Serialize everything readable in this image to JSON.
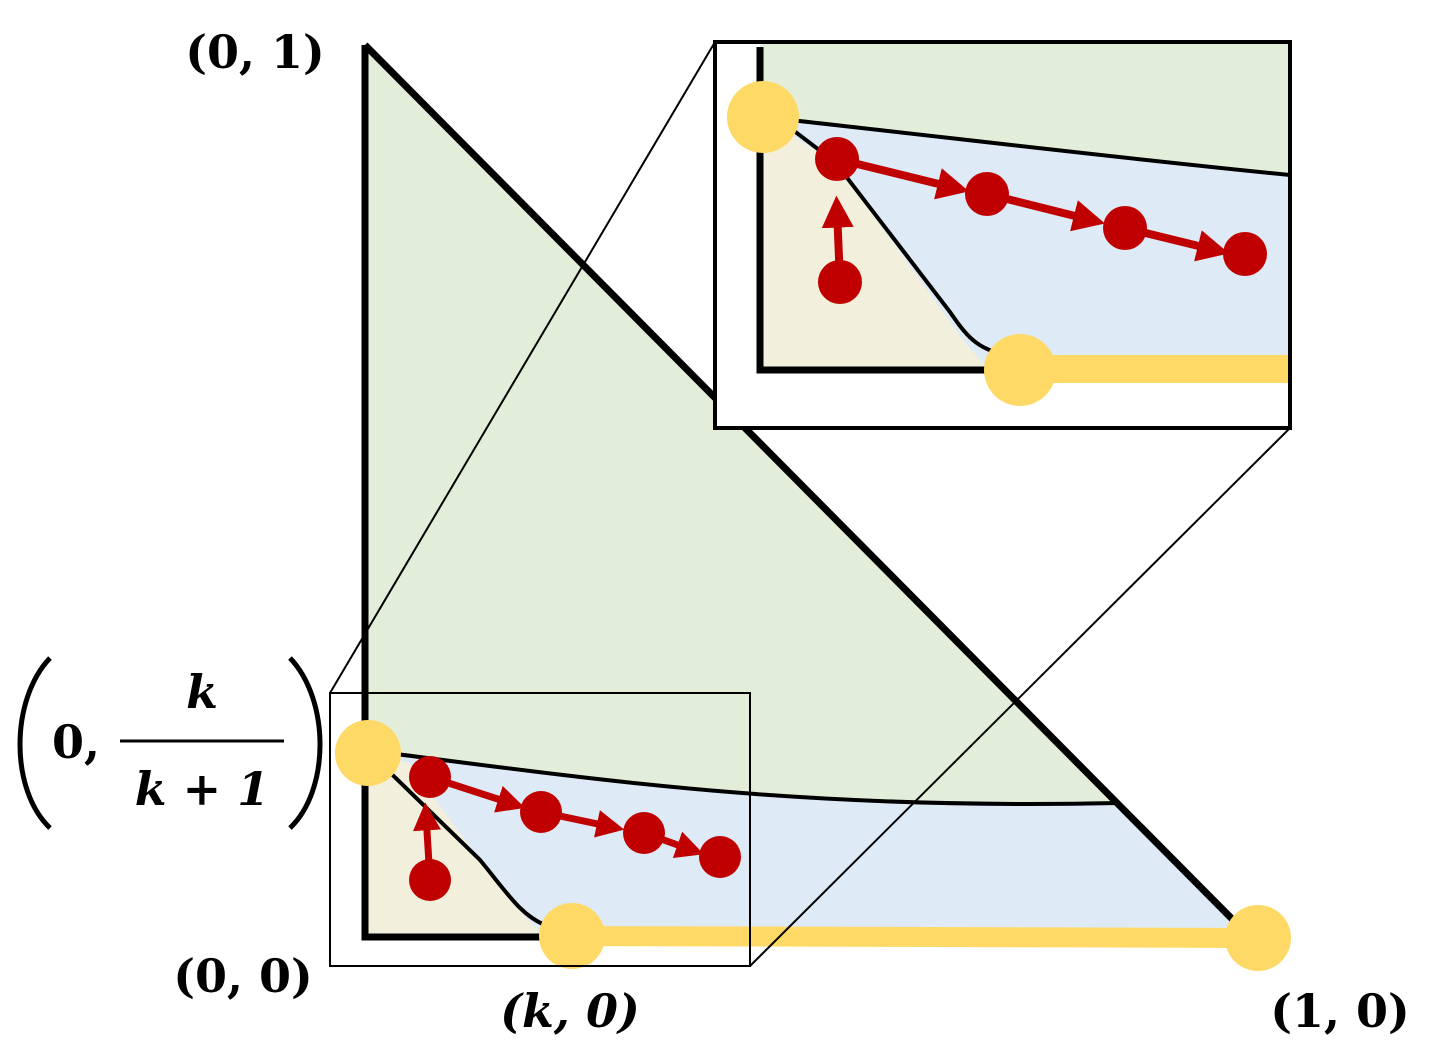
{
  "labels": {
    "corner_top": "(0, 1)",
    "corner_origin": "(0, 0)",
    "corner_right": "(1, 0)",
    "k_point": "(k, 0)",
    "left_point_prefix": "0,",
    "left_point_numerator": "k",
    "left_point_denominator": "k + 1"
  },
  "colors": {
    "green_region": "#e2eed9",
    "blue_region": "#deeaf6",
    "yellow_region": "#f2f0dc",
    "yellow_marker": "#fed966",
    "red_path": "#c00000",
    "outline": "#000000"
  }
}
